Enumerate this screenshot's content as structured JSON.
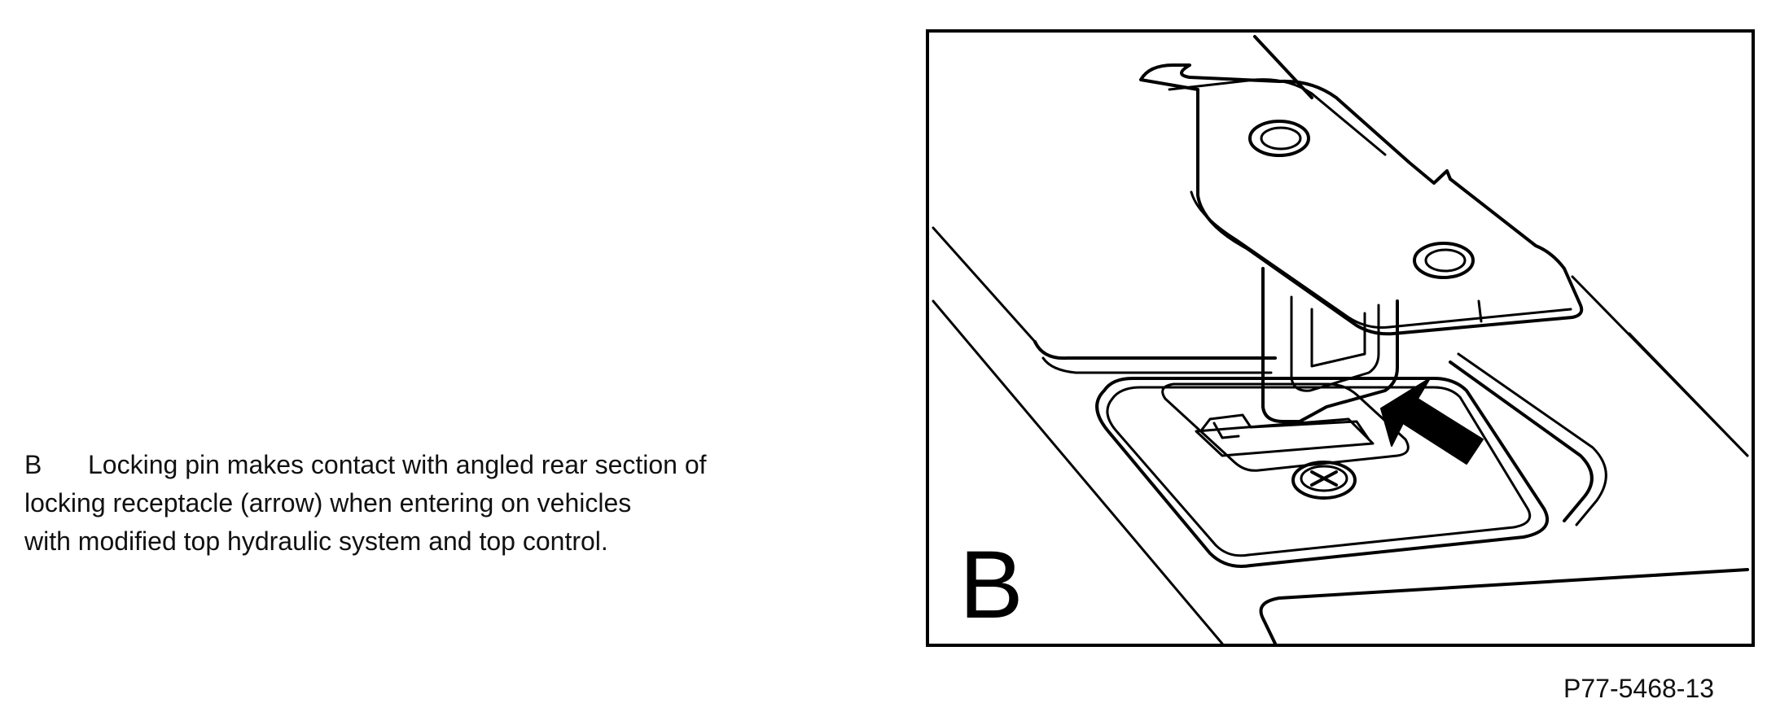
{
  "caption": {
    "letter": "B",
    "line1": "Locking pin makes contact with angled rear section of",
    "line2": "locking receptacle (arrow) when entering on vehicles",
    "line3": "with modified top hydraulic system and top control."
  },
  "figure": {
    "panel_label": "B",
    "reference_id": "P77-5468-13",
    "line_color": "#000000"
  }
}
